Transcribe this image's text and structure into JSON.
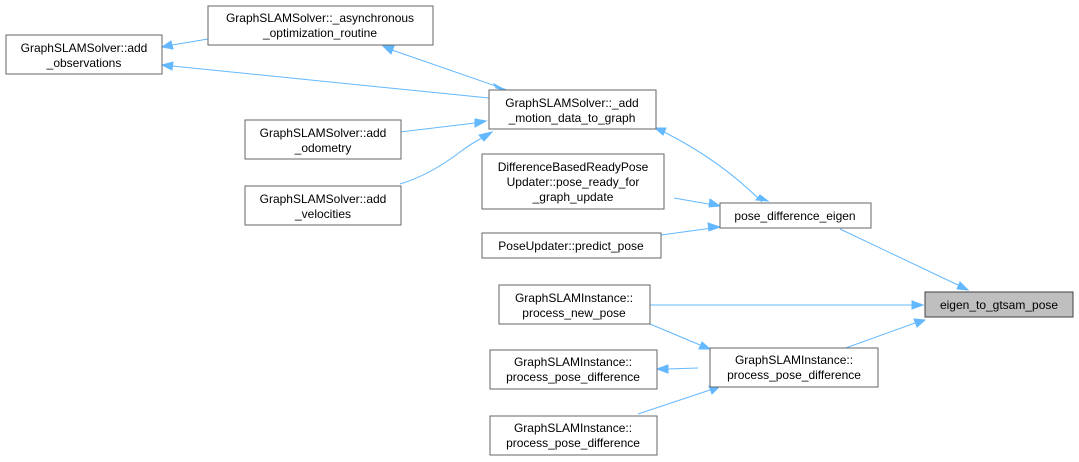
{
  "graph": {
    "title": "Call graph of eigen_to_gtsam_pose",
    "colors": {
      "edge": "#63b8ff",
      "node_border": "#666666",
      "focus_fill": "#bfbfbf"
    },
    "nodes": {
      "add_observations": {
        "lines": [
          "GraphSLAMSolver::add",
          "_observations"
        ]
      },
      "async_opt": {
        "lines": [
          "GraphSLAMSolver::_asynchronous",
          "_optimization_routine"
        ]
      },
      "add_motion": {
        "lines": [
          "GraphSLAMSolver::_add",
          "_motion_data_to_graph"
        ]
      },
      "add_odometry": {
        "lines": [
          "GraphSLAMSolver::add",
          "_odometry"
        ]
      },
      "add_velocities": {
        "lines": [
          "GraphSLAMSolver::add",
          "_velocities"
        ]
      },
      "diff_ready": {
        "lines": [
          "DifferenceBasedReadyPose",
          "Updater::pose_ready_for",
          "_graph_update"
        ]
      },
      "predict_pose": {
        "lines": [
          "PoseUpdater::predict_pose"
        ]
      },
      "pose_diff_eigen": {
        "lines": [
          "pose_difference_eigen"
        ]
      },
      "eigen_to_gtsam": {
        "lines": [
          "eigen_to_gtsam_pose"
        ]
      },
      "new_pose": {
        "lines": [
          "GraphSLAMInstance::",
          "process_new_pose"
        ]
      },
      "ppd_main": {
        "lines": [
          "GraphSLAMInstance::",
          "process_pose_difference"
        ]
      },
      "ppd_1": {
        "lines": [
          "GraphSLAMInstance::",
          "process_pose_difference"
        ]
      },
      "ppd_2": {
        "lines": [
          "GraphSLAMInstance::",
          "process_pose_difference"
        ]
      }
    }
  }
}
